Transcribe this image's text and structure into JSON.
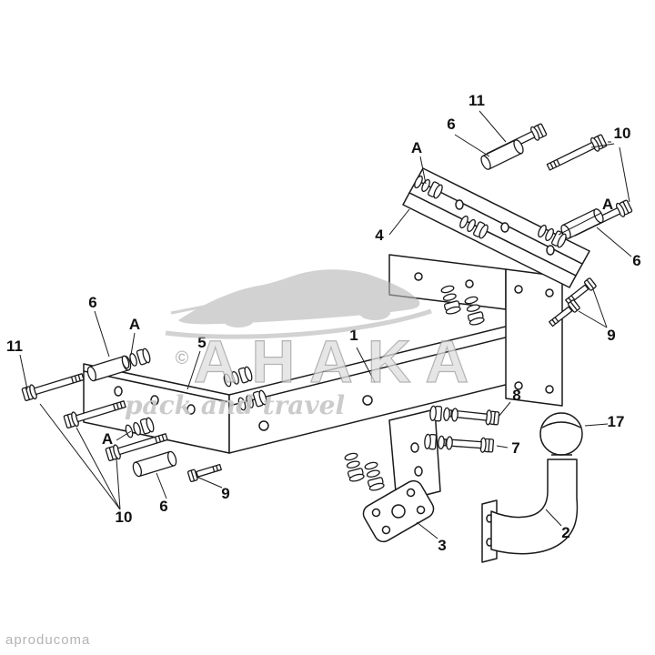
{
  "colors": {
    "line": "#1a1a1a",
    "background": "#ffffff",
    "watermark": "#bdbdbd"
  },
  "watermark": {
    "brand": "AHAKA",
    "tagline": "pack and travel",
    "mark": "©",
    "side_text": "aproducoma"
  },
  "labels": [
    {
      "text": "11"
    },
    {
      "text": "6"
    },
    {
      "text": "10"
    },
    {
      "text": "A"
    },
    {
      "text": "4"
    },
    {
      "text": "A"
    },
    {
      "text": "6"
    },
    {
      "text": "9"
    },
    {
      "text": "6"
    },
    {
      "text": "A"
    },
    {
      "text": "11"
    },
    {
      "text": "5"
    },
    {
      "text": "1"
    },
    {
      "text": "A"
    },
    {
      "text": "6"
    },
    {
      "text": "9"
    },
    {
      "text": "10"
    },
    {
      "text": "8"
    },
    {
      "text": "7"
    },
    {
      "text": "17"
    },
    {
      "text": "2"
    },
    {
      "text": "3"
    }
  ]
}
